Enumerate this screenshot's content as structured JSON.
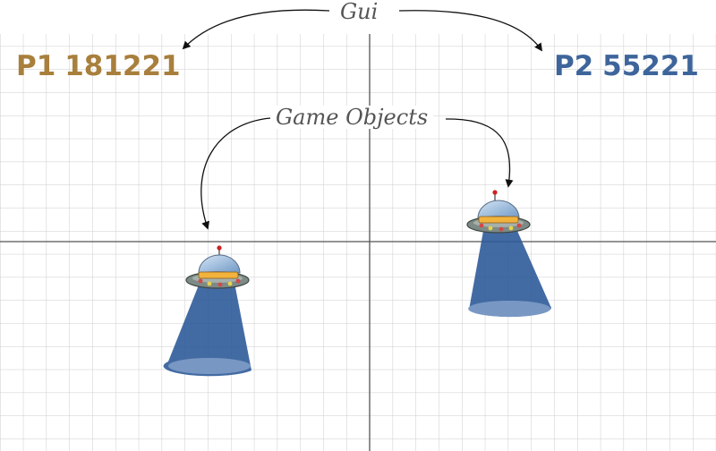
{
  "gui": {
    "p1": {
      "label": "P1",
      "score": "181221",
      "color": "#a87f3c"
    },
    "p2": {
      "label": "P2",
      "score": "55221",
      "color": "#3e659b"
    }
  },
  "annotations": {
    "gui_label": "Gui",
    "game_objects_label": "Game Objects"
  },
  "objects": [
    {
      "name": "ufo-left",
      "icon": "ufo-icon"
    },
    {
      "name": "ufo-right",
      "icon": "ufo-icon"
    }
  ],
  "colors": {
    "grid": "#cccccc",
    "axis": "#555555",
    "beam": "#2f5b99",
    "saucer": "#7d8a86",
    "dome": "#8fb3d9",
    "band": "#f2b33d"
  }
}
